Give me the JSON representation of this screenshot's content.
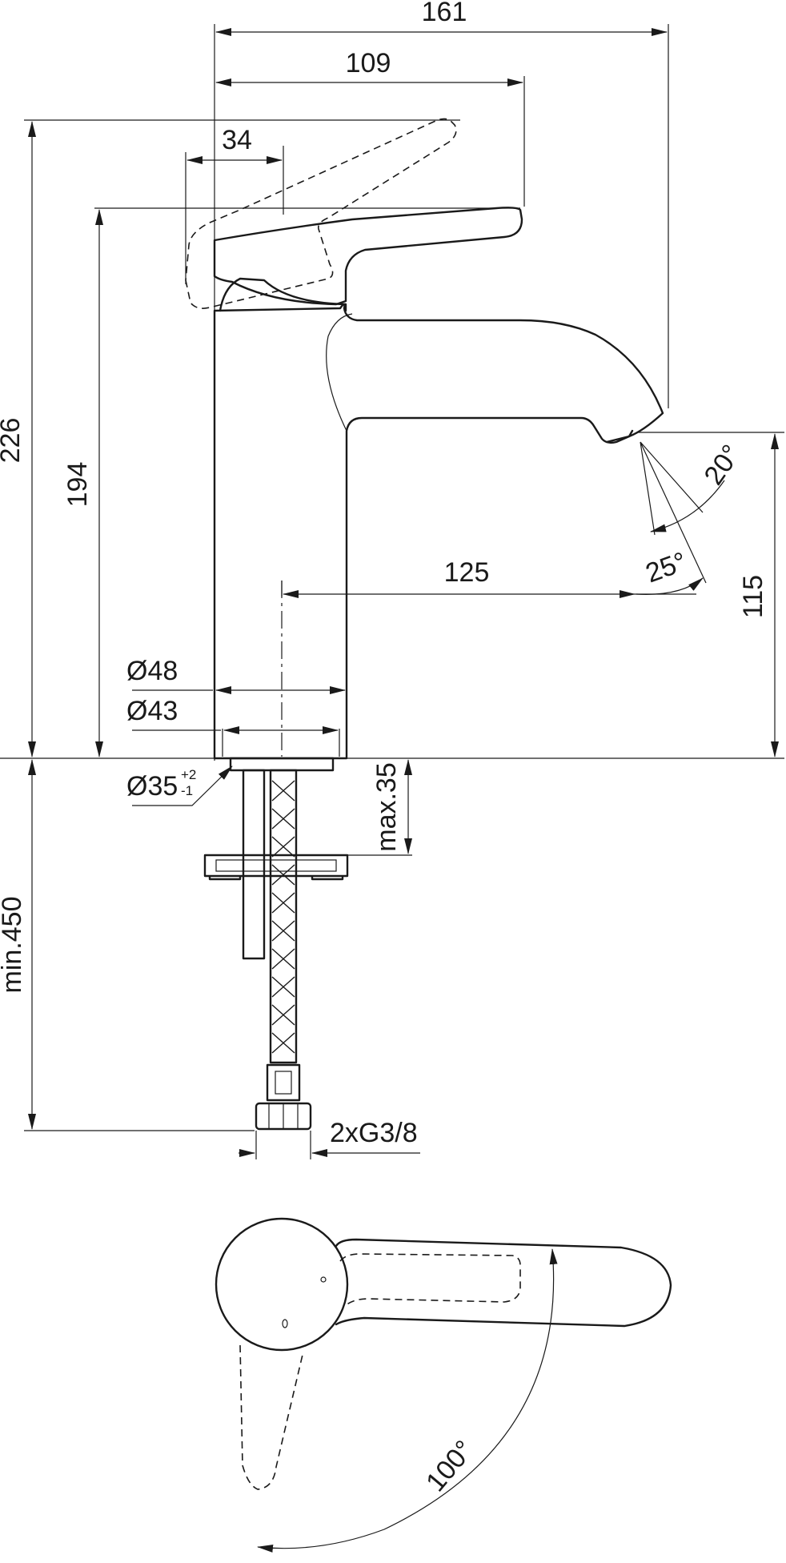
{
  "dimensions": {
    "overall_width": "161",
    "spout_reach_lever": "109",
    "lever_offset": "34",
    "total_height": "226",
    "body_height": "194",
    "spout_projection": "125",
    "outlet_height": "115",
    "body_diameter_outer": "Ø48",
    "body_diameter_inner": "Ø43",
    "hole_diameter": "Ø35",
    "hole_tol_plus": "+2",
    "hole_tol_minus": "-1",
    "deck_thickness_max": "max.35",
    "hose_length_min": "min.450",
    "connection_thread": "2xG3/8",
    "jet_angle_1": "20°",
    "jet_angle_2": "25°",
    "lever_rotation": "100°"
  }
}
